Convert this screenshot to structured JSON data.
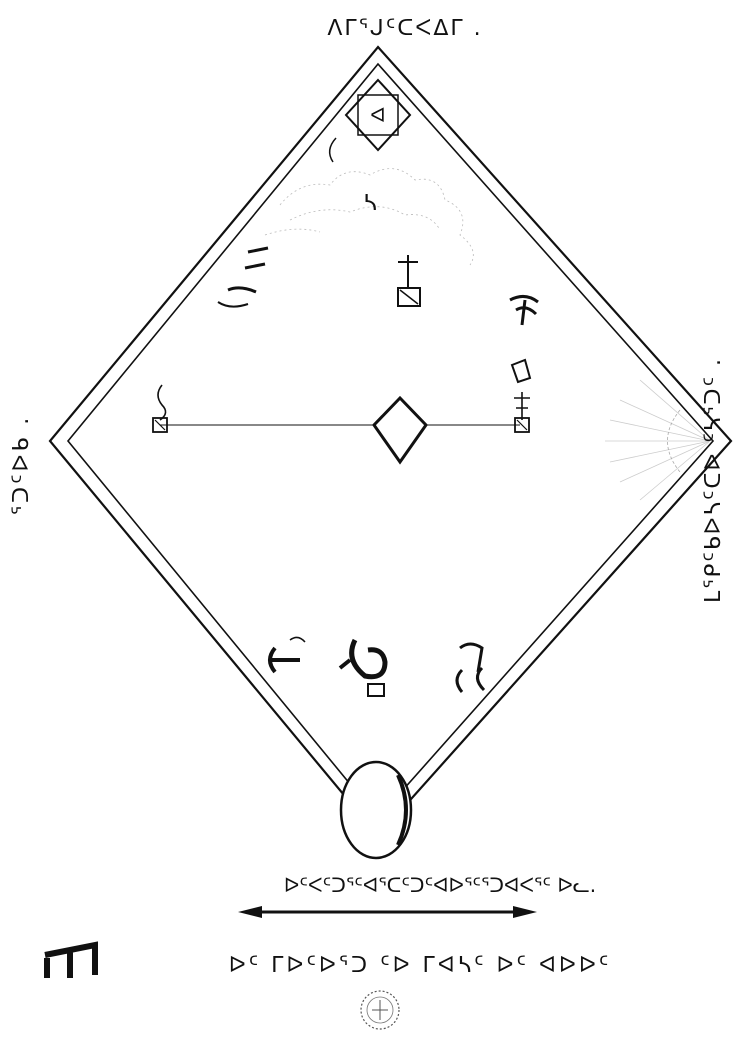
{
  "inscriptions": {
    "top": "ᐱᒥᕐᒍᑦᑕᐸᐃᒥ .",
    "left": "ᕐᑐᑦᐅᑲ .",
    "right": "ᒪᕐᑭᑦᑲᐅᓴᑦᑕᐅ ᑦᓴᕐᑐᑦ .",
    "line_one": "ᐅᑦᐸᑦᑐᕐᑦᐊᕐᑕᑦᑐᑦᐊᐅᕐᑦᕐᑐᐊᐸᕐᑦ ᐅᓚ.",
    "line_two": "ᐅᑦ ᒥᐅᑦᐅᕐᑐ ᑦᐅ ᒥᐊᓴᑦ ᐅᑦ ᐊᐅᐅᑦ"
  },
  "colors": {
    "ink": "#111111",
    "paper": "#ffffff"
  },
  "icons": {
    "rhombus": "diamond-frame-icon",
    "oval": "oval-stone-icon",
    "center": "center-diamond-icon",
    "seal": "seal-icon"
  }
}
